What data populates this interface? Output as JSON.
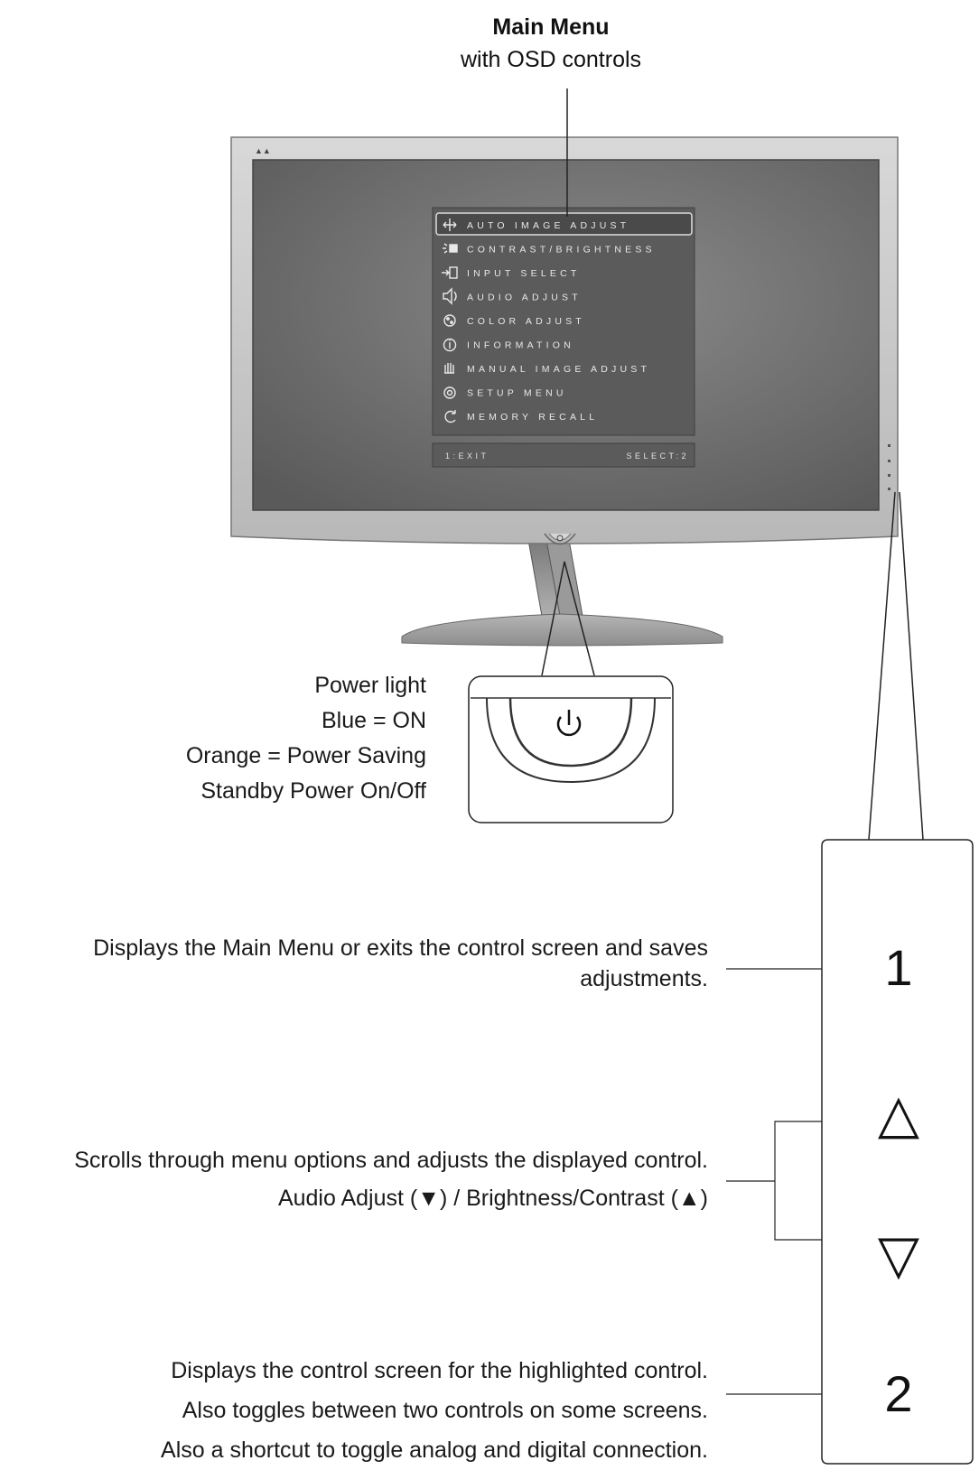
{
  "main_menu_callout": {
    "title": "Main Menu",
    "subtitle": "with OSD controls"
  },
  "osd": {
    "items": [
      {
        "label": "AUTO IMAGE ADJUST",
        "icon": "crosshair-arrows-icon",
        "selected": true
      },
      {
        "label": "CONTRAST/BRIGHTNESS",
        "icon": "brightness-icon"
      },
      {
        "label": "INPUT SELECT",
        "icon": "input-icon"
      },
      {
        "label": "AUDIO ADJUST",
        "icon": "speaker-icon"
      },
      {
        "label": "COLOR ADJUST",
        "icon": "palette-icon"
      },
      {
        "label": "INFORMATION",
        "icon": "info-icon"
      },
      {
        "label": "MANUAL IMAGE ADJUST",
        "icon": "hand-icon"
      },
      {
        "label": "SETUP MENU",
        "icon": "gear-icon"
      },
      {
        "label": "MEMORY RECALL",
        "icon": "recall-icon"
      }
    ],
    "footer_left": "1:EXIT",
    "footer_right": "SELECT:2"
  },
  "power_callout": {
    "lines": [
      "Power light",
      "Blue = ON",
      "Orange = Power Saving",
      "Standby Power On/Off"
    ]
  },
  "button_panel": {
    "button_1": "1",
    "button_up": "△",
    "button_down": "▽",
    "button_2": "2"
  },
  "callouts": {
    "button_1": [
      "Displays the Main Menu or exits the control screen and saves",
      "adjustments."
    ],
    "arrows": [
      "Scrolls through menu options and adjusts the displayed control.",
      "Audio Adjust (▼) / Brightness/Contrast  (▲)"
    ],
    "button_2": [
      "Displays the control screen for the highlighted control.",
      "Also toggles between two controls on some screens.",
      "Also a shortcut to toggle analog and digital connection."
    ]
  },
  "colors": {
    "bezel": "#c8c8c8",
    "screen": "#6b6b6b",
    "osd_panel": "#5a5a5a",
    "line": "#333333"
  }
}
